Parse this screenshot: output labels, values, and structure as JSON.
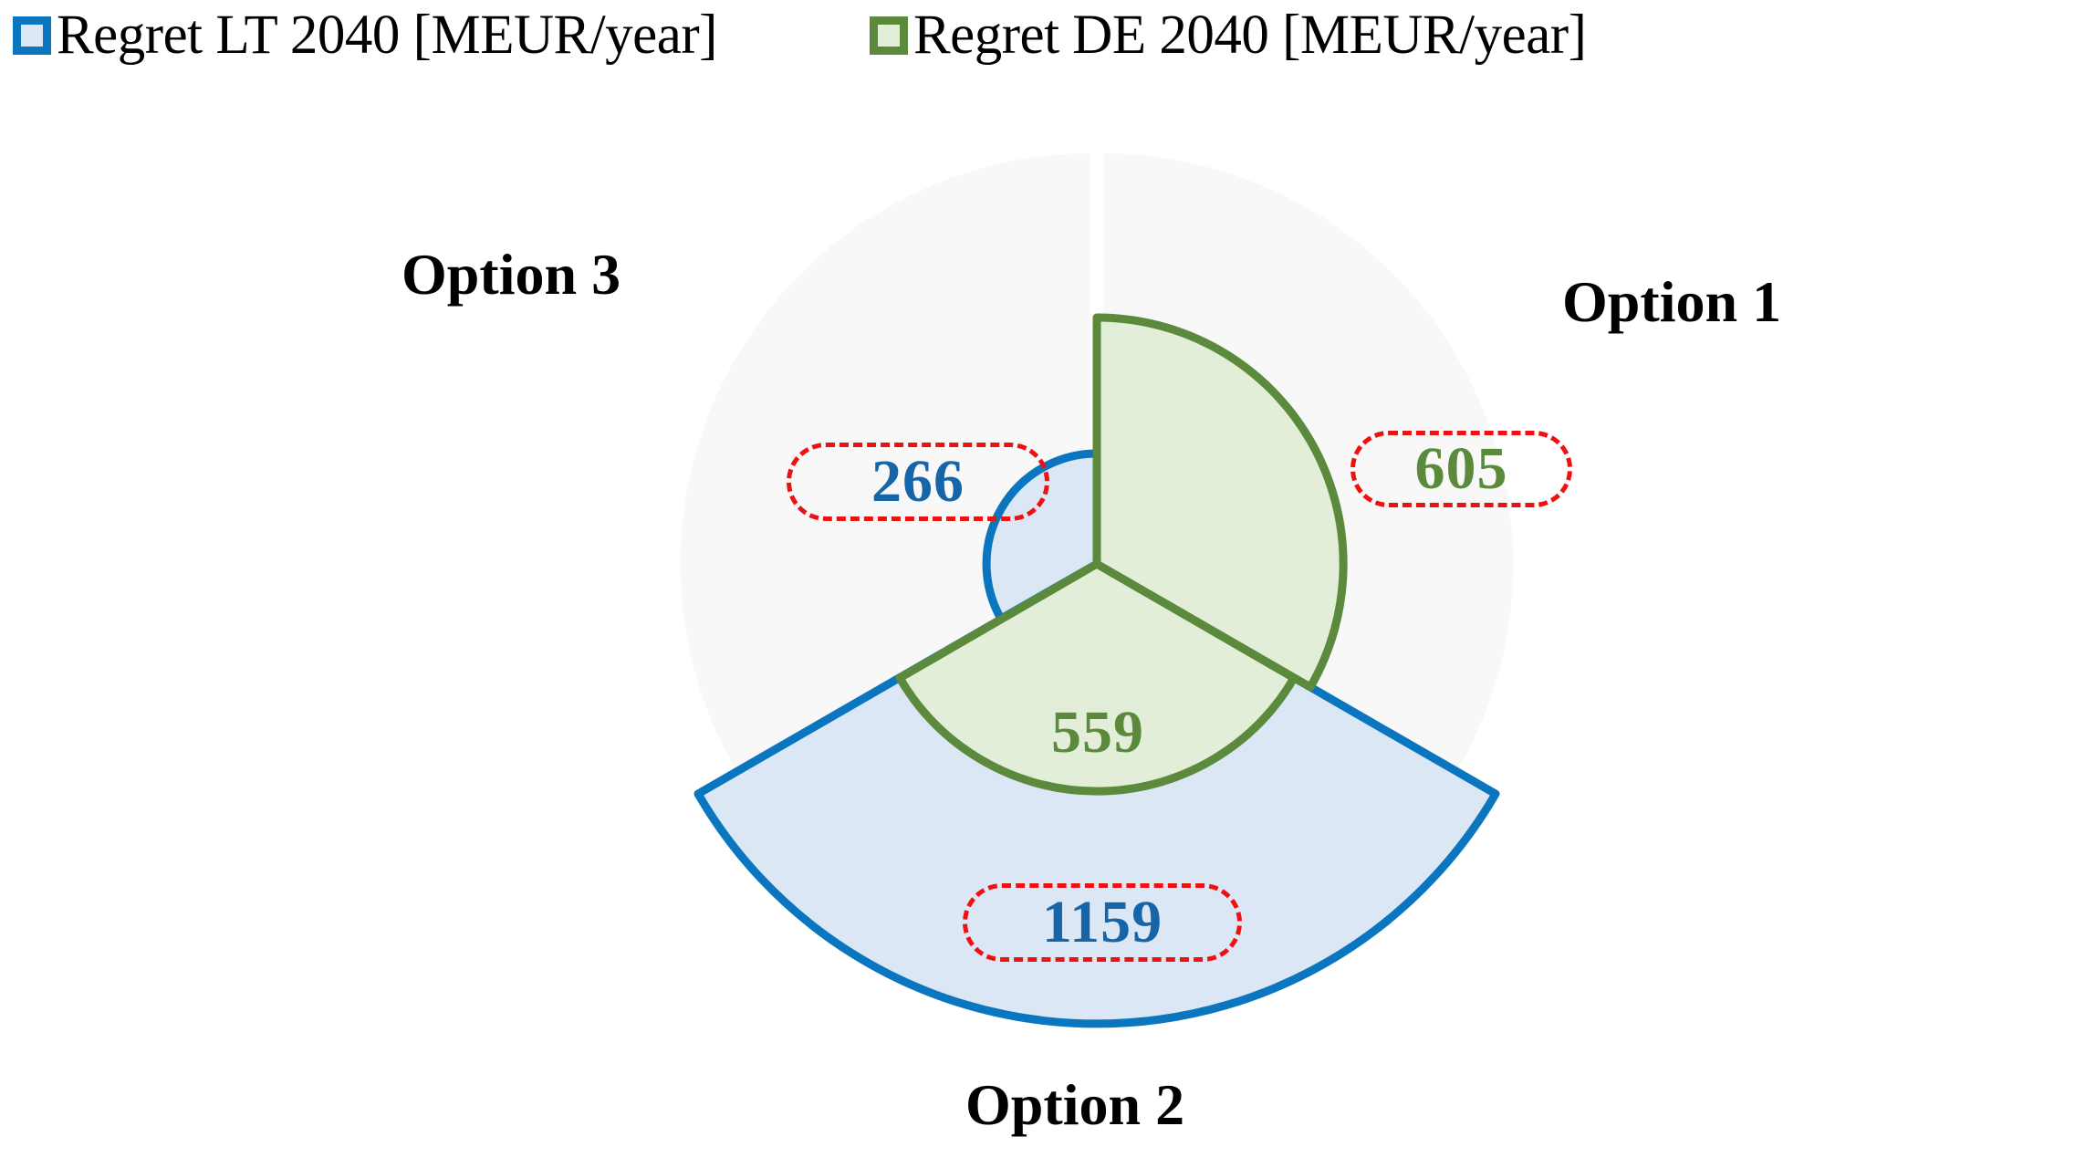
{
  "legend": {
    "position": "top",
    "entries": [
      {
        "label": "Regret  LT 2040 [MEUR/year]",
        "swatch_name": "legend-swatch-lt",
        "fill": "#dce7f5",
        "stroke": "#0a76c0"
      },
      {
        "label": "Regret DE 2040 [MEUR/year]",
        "swatch_name": "legend-swatch-de",
        "fill": "#e2eed8",
        "stroke": "#5b8a3c"
      }
    ]
  },
  "chart_data": {
    "type": "pie",
    "title": "",
    "subtitle": "",
    "xlabel": "",
    "ylabel": "",
    "grid": false,
    "units": "MEUR/year",
    "note": "Nightingale / polar-area style chart: three 120-degree sectors (one per option); sector radius is proportional to the value. Two series overlaid on the same sectors.",
    "categories": [
      "Option 1",
      "Option 2",
      "Option 3"
    ],
    "series": [
      {
        "name": "Regret  LT 2040 [MEUR/year]",
        "values": [
          null,
          1159,
          266
        ],
        "fill": "#dce7f5",
        "stroke": "#0a76c0"
      },
      {
        "name": "Regret DE 2040 [MEUR/year]",
        "values": [
          605,
          559,
          null
        ],
        "fill": "#e2eed8",
        "stroke": "#5b8a3c"
      }
    ],
    "annotations": [
      {
        "text": "266",
        "series": "Regret  LT 2040 [MEUR/year]",
        "category": "Option 3",
        "highlight": "red-dashed-box"
      },
      {
        "text": "605",
        "series": "Regret DE 2040 [MEUR/year]",
        "category": "Option 1",
        "highlight": "red-dashed-box"
      },
      {
        "text": "1159",
        "series": "Regret  LT 2040 [MEUR/year]",
        "category": "Option 2",
        "highlight": "red-dashed-box"
      },
      {
        "text": "559",
        "series": "Regret DE 2040 [MEUR/year]",
        "category": "Option 2",
        "highlight": "none"
      }
    ],
    "sectors": [
      {
        "category": "Option 1",
        "start_angle_deg": -90,
        "end_angle_deg": 30,
        "label_position": "right"
      },
      {
        "category": "Option 2",
        "start_angle_deg": 30,
        "end_angle_deg": 150,
        "label_position": "bottom"
      },
      {
        "category": "Option 3",
        "start_angle_deg": 150,
        "end_angle_deg": 270,
        "label_position": "left"
      }
    ]
  },
  "labels": {
    "option1": "Option 1",
    "option2": "Option 2",
    "option3": "Option 3",
    "v266": "266",
    "v605": "605",
    "v1159": "1159",
    "v559": "559"
  },
  "colors": {
    "blue_stroke": "#0a76c0",
    "blue_fill": "#dce7f5",
    "blue_text": "#1565a8",
    "green_stroke": "#5b8a3c",
    "green_fill": "#e2eed8",
    "green_text": "#5b8a3c",
    "callout_red": "#ee1111",
    "plot_background": "#fafafa"
  }
}
